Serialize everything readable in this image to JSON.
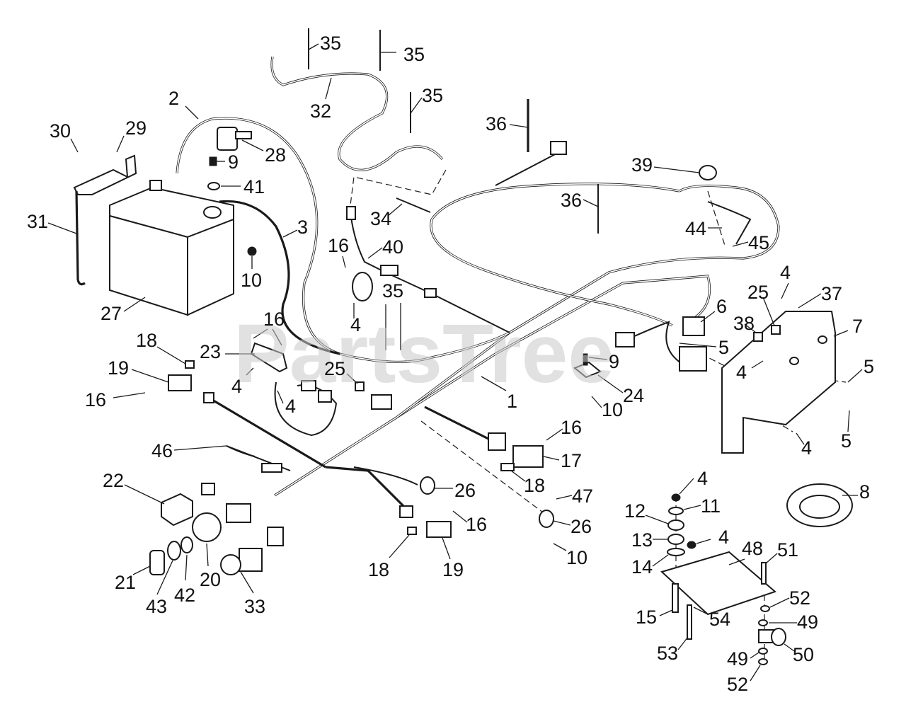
{
  "watermark": "PartsTree",
  "callouts": [
    {
      "id": "c1",
      "label": "1"
    },
    {
      "id": "c2",
      "label": "2"
    },
    {
      "id": "c3",
      "label": "3"
    },
    {
      "id": "c4a",
      "label": "4"
    },
    {
      "id": "c4b",
      "label": "4"
    },
    {
      "id": "c4c",
      "label": "4"
    },
    {
      "id": "c4d",
      "label": "4"
    },
    {
      "id": "c4e",
      "label": "4"
    },
    {
      "id": "c4f",
      "label": "4"
    },
    {
      "id": "c4g",
      "label": "4"
    },
    {
      "id": "c4h",
      "label": "4"
    },
    {
      "id": "c5a",
      "label": "5"
    },
    {
      "id": "c5b",
      "label": "5"
    },
    {
      "id": "c5c",
      "label": "5"
    },
    {
      "id": "c6",
      "label": "6"
    },
    {
      "id": "c7",
      "label": "7"
    },
    {
      "id": "c8",
      "label": "8"
    },
    {
      "id": "c9a",
      "label": "9"
    },
    {
      "id": "c9b",
      "label": "9"
    },
    {
      "id": "c10a",
      "label": "10"
    },
    {
      "id": "c10b",
      "label": "10"
    },
    {
      "id": "c10c",
      "label": "10"
    },
    {
      "id": "c11",
      "label": "11"
    },
    {
      "id": "c12",
      "label": "12"
    },
    {
      "id": "c13",
      "label": "13"
    },
    {
      "id": "c14",
      "label": "14"
    },
    {
      "id": "c15",
      "label": "15"
    },
    {
      "id": "c16a",
      "label": "16"
    },
    {
      "id": "c16b",
      "label": "16"
    },
    {
      "id": "c16c",
      "label": "16"
    },
    {
      "id": "c16d",
      "label": "16"
    },
    {
      "id": "c16e",
      "label": "16"
    },
    {
      "id": "c17",
      "label": "17"
    },
    {
      "id": "c18a",
      "label": "18"
    },
    {
      "id": "c18b",
      "label": "18"
    },
    {
      "id": "c18c",
      "label": "18"
    },
    {
      "id": "c19a",
      "label": "19"
    },
    {
      "id": "c19b",
      "label": "19"
    },
    {
      "id": "c20",
      "label": "20"
    },
    {
      "id": "c21",
      "label": "21"
    },
    {
      "id": "c22",
      "label": "22"
    },
    {
      "id": "c23",
      "label": "23"
    },
    {
      "id": "c24",
      "label": "24"
    },
    {
      "id": "c25a",
      "label": "25"
    },
    {
      "id": "c25b",
      "label": "25"
    },
    {
      "id": "c26a",
      "label": "26"
    },
    {
      "id": "c26b",
      "label": "26"
    },
    {
      "id": "c27",
      "label": "27"
    },
    {
      "id": "c28",
      "label": "28"
    },
    {
      "id": "c29",
      "label": "29"
    },
    {
      "id": "c30",
      "label": "30"
    },
    {
      "id": "c31",
      "label": "31"
    },
    {
      "id": "c32",
      "label": "32"
    },
    {
      "id": "c33",
      "label": "33"
    },
    {
      "id": "c34",
      "label": "34"
    },
    {
      "id": "c35a",
      "label": "35"
    },
    {
      "id": "c35b",
      "label": "35"
    },
    {
      "id": "c35c",
      "label": "35"
    },
    {
      "id": "c35d",
      "label": "35"
    },
    {
      "id": "c36a",
      "label": "36"
    },
    {
      "id": "c36b",
      "label": "36"
    },
    {
      "id": "c37",
      "label": "37"
    },
    {
      "id": "c38",
      "label": "38"
    },
    {
      "id": "c39",
      "label": "39"
    },
    {
      "id": "c40",
      "label": "40"
    },
    {
      "id": "c41",
      "label": "41"
    },
    {
      "id": "c42",
      "label": "42"
    },
    {
      "id": "c43",
      "label": "43"
    },
    {
      "id": "c44",
      "label": "44"
    },
    {
      "id": "c45",
      "label": "45"
    },
    {
      "id": "c46",
      "label": "46"
    },
    {
      "id": "c47",
      "label": "47"
    },
    {
      "id": "c48",
      "label": "48"
    },
    {
      "id": "c49a",
      "label": "49"
    },
    {
      "id": "c49b",
      "label": "49"
    },
    {
      "id": "c50",
      "label": "50"
    },
    {
      "id": "c51",
      "label": "51"
    },
    {
      "id": "c52a",
      "label": "52"
    },
    {
      "id": "c52b",
      "label": "52"
    },
    {
      "id": "c53",
      "label": "53"
    },
    {
      "id": "c54",
      "label": "54"
    }
  ]
}
